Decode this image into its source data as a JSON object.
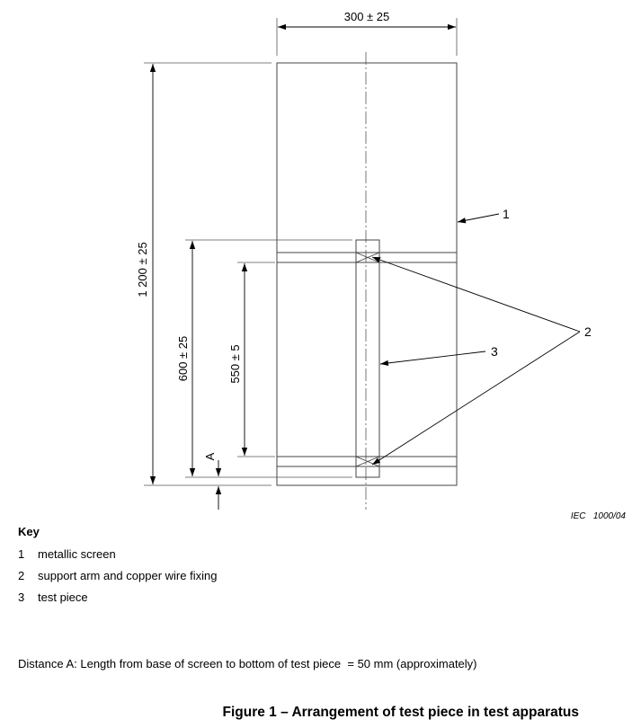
{
  "diagram": {
    "dimensions": {
      "screen_width": "300 ± 25",
      "screen_height": "1 200 ± 25",
      "test_piece_length": "600 ± 25",
      "support_spacing": "550 ± 5",
      "distance_a": "A"
    },
    "callouts": {
      "screen": "1",
      "support_arm": "2",
      "test_piece": "3"
    },
    "reference": "IEC   1000/04"
  },
  "key": {
    "title": "Key",
    "items": [
      {
        "number": "1",
        "label": "metallic screen"
      },
      {
        "number": "2",
        "label": "support arm and copper wire fixing"
      },
      {
        "number": "3",
        "label": "test piece"
      }
    ]
  },
  "note": "Distance A: Length from base of screen to bottom of test piece  = 50 mm (approximately)",
  "caption": "Figure 1 – Arrangement of test piece in test apparatus",
  "colors": {
    "line": "#000000",
    "thin_line": "#555555",
    "background": "#ffffff"
  }
}
